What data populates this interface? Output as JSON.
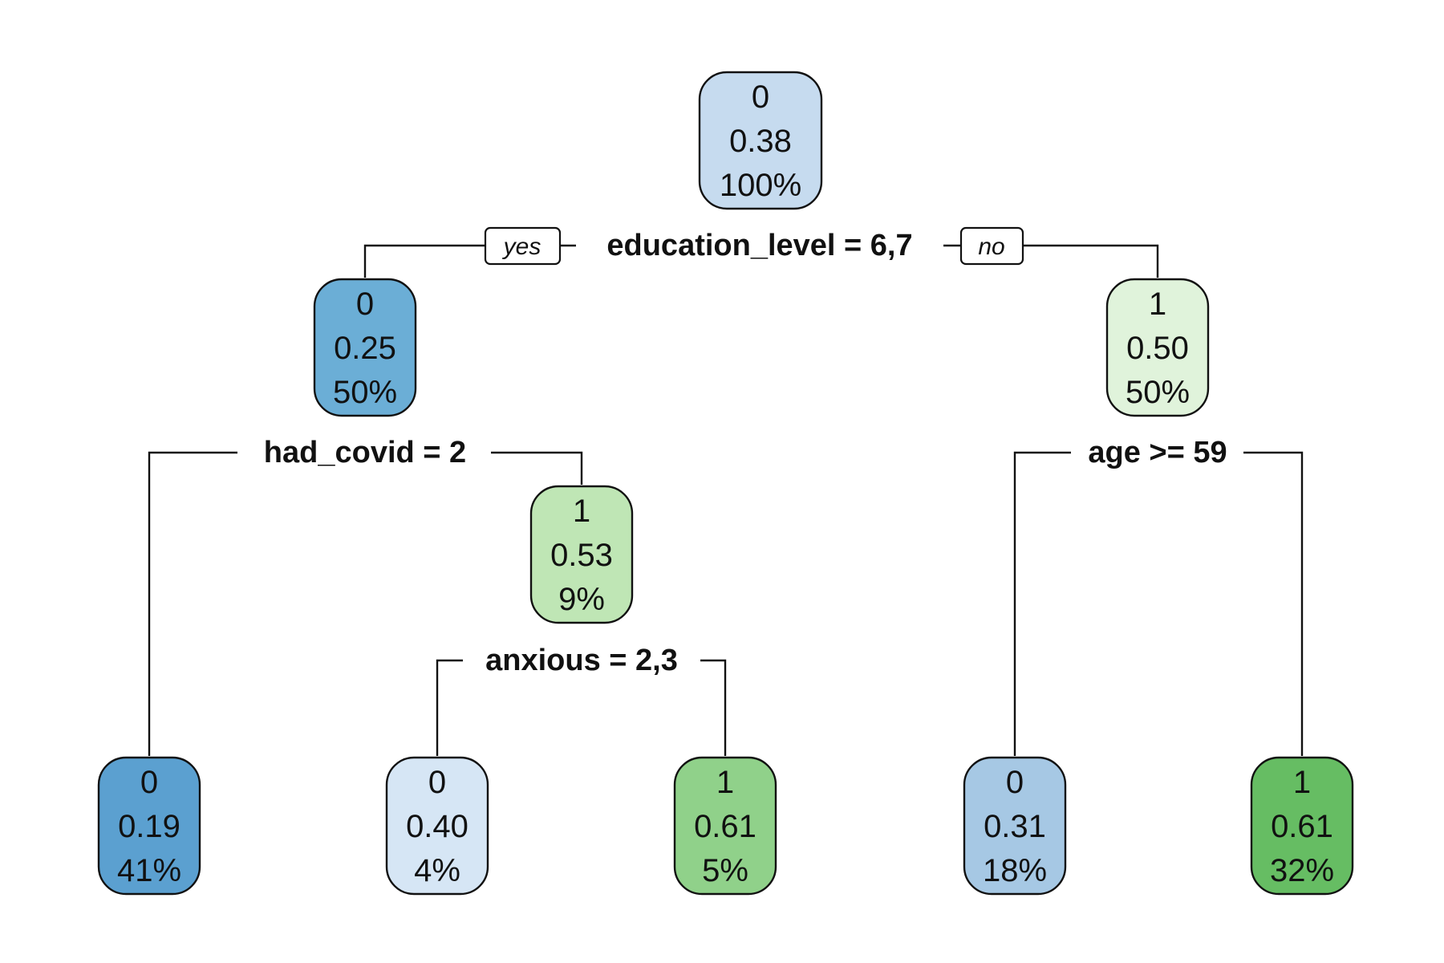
{
  "tree": {
    "nodes": [
      {
        "id": "root",
        "class": "0",
        "prob": "0.38",
        "pct": "100%",
        "fill": "#c6dbef"
      },
      {
        "id": "n2",
        "class": "0",
        "prob": "0.25",
        "pct": "50%",
        "fill": "#6baed6"
      },
      {
        "id": "n3",
        "class": "1",
        "prob": "0.50",
        "pct": "50%",
        "fill": "#e0f3db"
      },
      {
        "id": "n5",
        "class": "1",
        "prob": "0.53",
        "pct": "9%",
        "fill": "#bfe6b5"
      },
      {
        "id": "n4",
        "class": "0",
        "prob": "0.19",
        "pct": "41%",
        "fill": "#5ba0d0"
      },
      {
        "id": "n10",
        "class": "0",
        "prob": "0.40",
        "pct": "4%",
        "fill": "#d6e6f5"
      },
      {
        "id": "n11",
        "class": "1",
        "prob": "0.61",
        "pct": "5%",
        "fill": "#90d18a"
      },
      {
        "id": "n6",
        "class": "0",
        "prob": "0.31",
        "pct": "18%",
        "fill": "#a6c8e4"
      },
      {
        "id": "n7",
        "class": "1",
        "prob": "0.61",
        "pct": "32%",
        "fill": "#66bd63"
      }
    ],
    "splits": [
      {
        "id": "s-root",
        "label": "education_level = 6,7"
      },
      {
        "id": "s-n2",
        "label": "had_covid = 2"
      },
      {
        "id": "s-n3",
        "label": "age >= 59"
      },
      {
        "id": "s-n5",
        "label": "anxious = 2,3"
      }
    ],
    "branch_labels": {
      "yes": "yes",
      "no": "no"
    }
  }
}
